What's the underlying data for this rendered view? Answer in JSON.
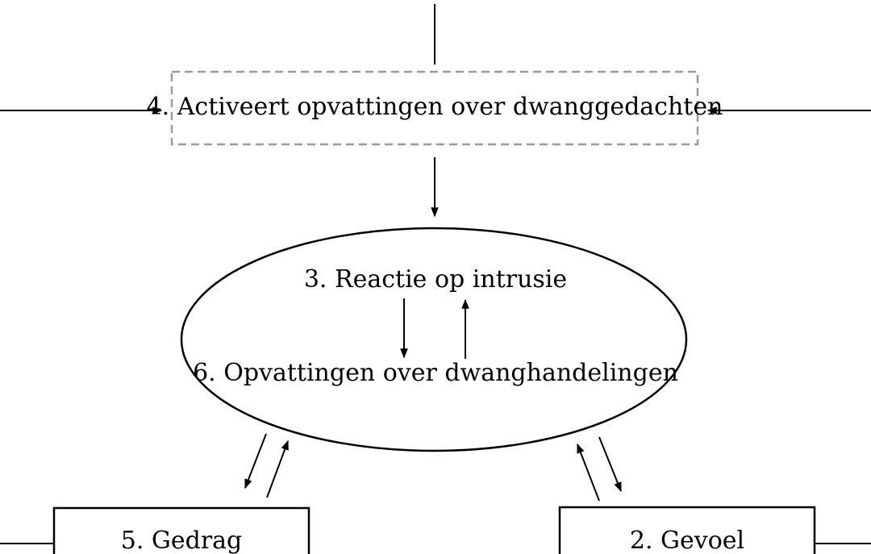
{
  "nodes": {
    "activates_beliefs": {
      "label": "4. Activeert opvattingen over dwanggedachten"
    },
    "reaction": {
      "label": "3. Reactie op intrusie"
    },
    "beliefs_compulsions": {
      "label": "6. Opvattingen over dwanghandelingen"
    },
    "behavior": {
      "label": "5. Gedrag"
    },
    "feeling": {
      "label": "2. Gevoel"
    }
  },
  "colors": {
    "line": "#000000",
    "dashed_border": "#9a9a9a",
    "background": "#ffffff"
  }
}
